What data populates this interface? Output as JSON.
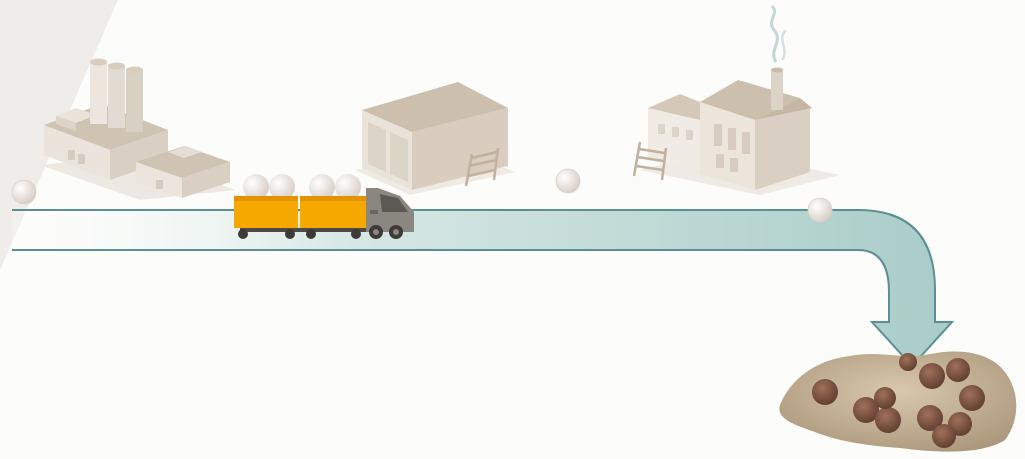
{
  "diagram": {
    "stages": [
      {
        "id": "factory",
        "icon": "factory-with-chimneys-icon"
      },
      {
        "id": "truck",
        "icon": "truck-icon"
      },
      {
        "id": "warehouse",
        "icon": "warehouse-icon"
      },
      {
        "id": "workshop",
        "icon": "workshop-with-chimney-icon"
      },
      {
        "id": "landfill",
        "icon": "landfill-pile-icon"
      }
    ],
    "colors": {
      "background": "#fcfcfa",
      "building": "#e4ddd3",
      "building_roof": "#cdbfae",
      "building_shadow": "#d6cab9",
      "truck_container": "#f5a800",
      "truck_cab": "#8a8680",
      "flow_arrow": "#b5d3cf",
      "flow_outline": "#5b8f92",
      "pellet": "#ebe3dc",
      "debris": "#7d5540",
      "soil": "#c9b69a"
    }
  }
}
